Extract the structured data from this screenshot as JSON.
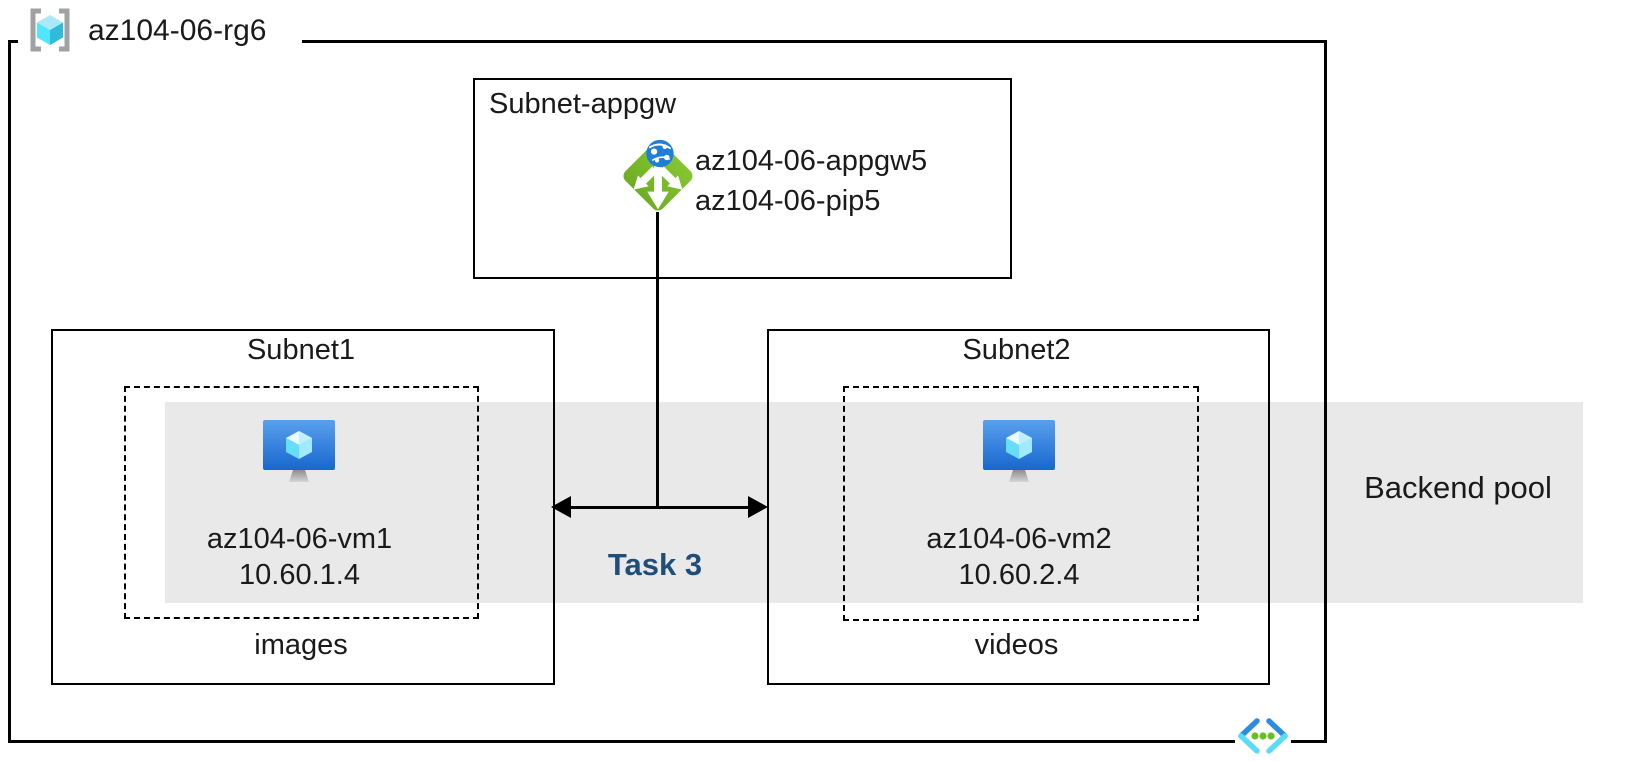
{
  "diagram": {
    "resource_group": {
      "label": "az104-06-rg6",
      "icon": "resource-group-icon"
    },
    "appgw_subnet": {
      "label": "Subnet-appgw",
      "icon": "application-gateway-icon",
      "gateway_name": "az104-06-appgw5",
      "public_ip_name": "az104-06-pip5"
    },
    "subnet1": {
      "label": "Subnet1",
      "icon": "virtual-machine-icon",
      "vm_name": "az104-06-vm1",
      "vm_ip": "10.60.1.4",
      "app_label": "images"
    },
    "subnet2": {
      "label": "Subnet2",
      "icon": "virtual-machine-icon",
      "vm_name": "az104-06-vm2",
      "vm_ip": "10.60.2.4",
      "app_label": "videos"
    },
    "backend_pool_label": "Backend pool",
    "task_label": "Task 3",
    "footer_icon": "virtual-network-icon",
    "colors": {
      "backend_pool_band": "#e9e9e9",
      "task_text": "#1f4e79",
      "appgw_green": "#7cb82d",
      "appgw_globe_blue": "#1f7ed7",
      "vm_screen_top": "#5aa0ec",
      "vm_screen_bottom": "#1767cf",
      "vnet_chevron_blue": "#2e8ce0",
      "vnet_chevron_cyan": "#58dcf7",
      "vnet_dot_green": "#69be28",
      "rg_bracket_gray": "#a0a1a2",
      "border_black": "#000000"
    }
  }
}
